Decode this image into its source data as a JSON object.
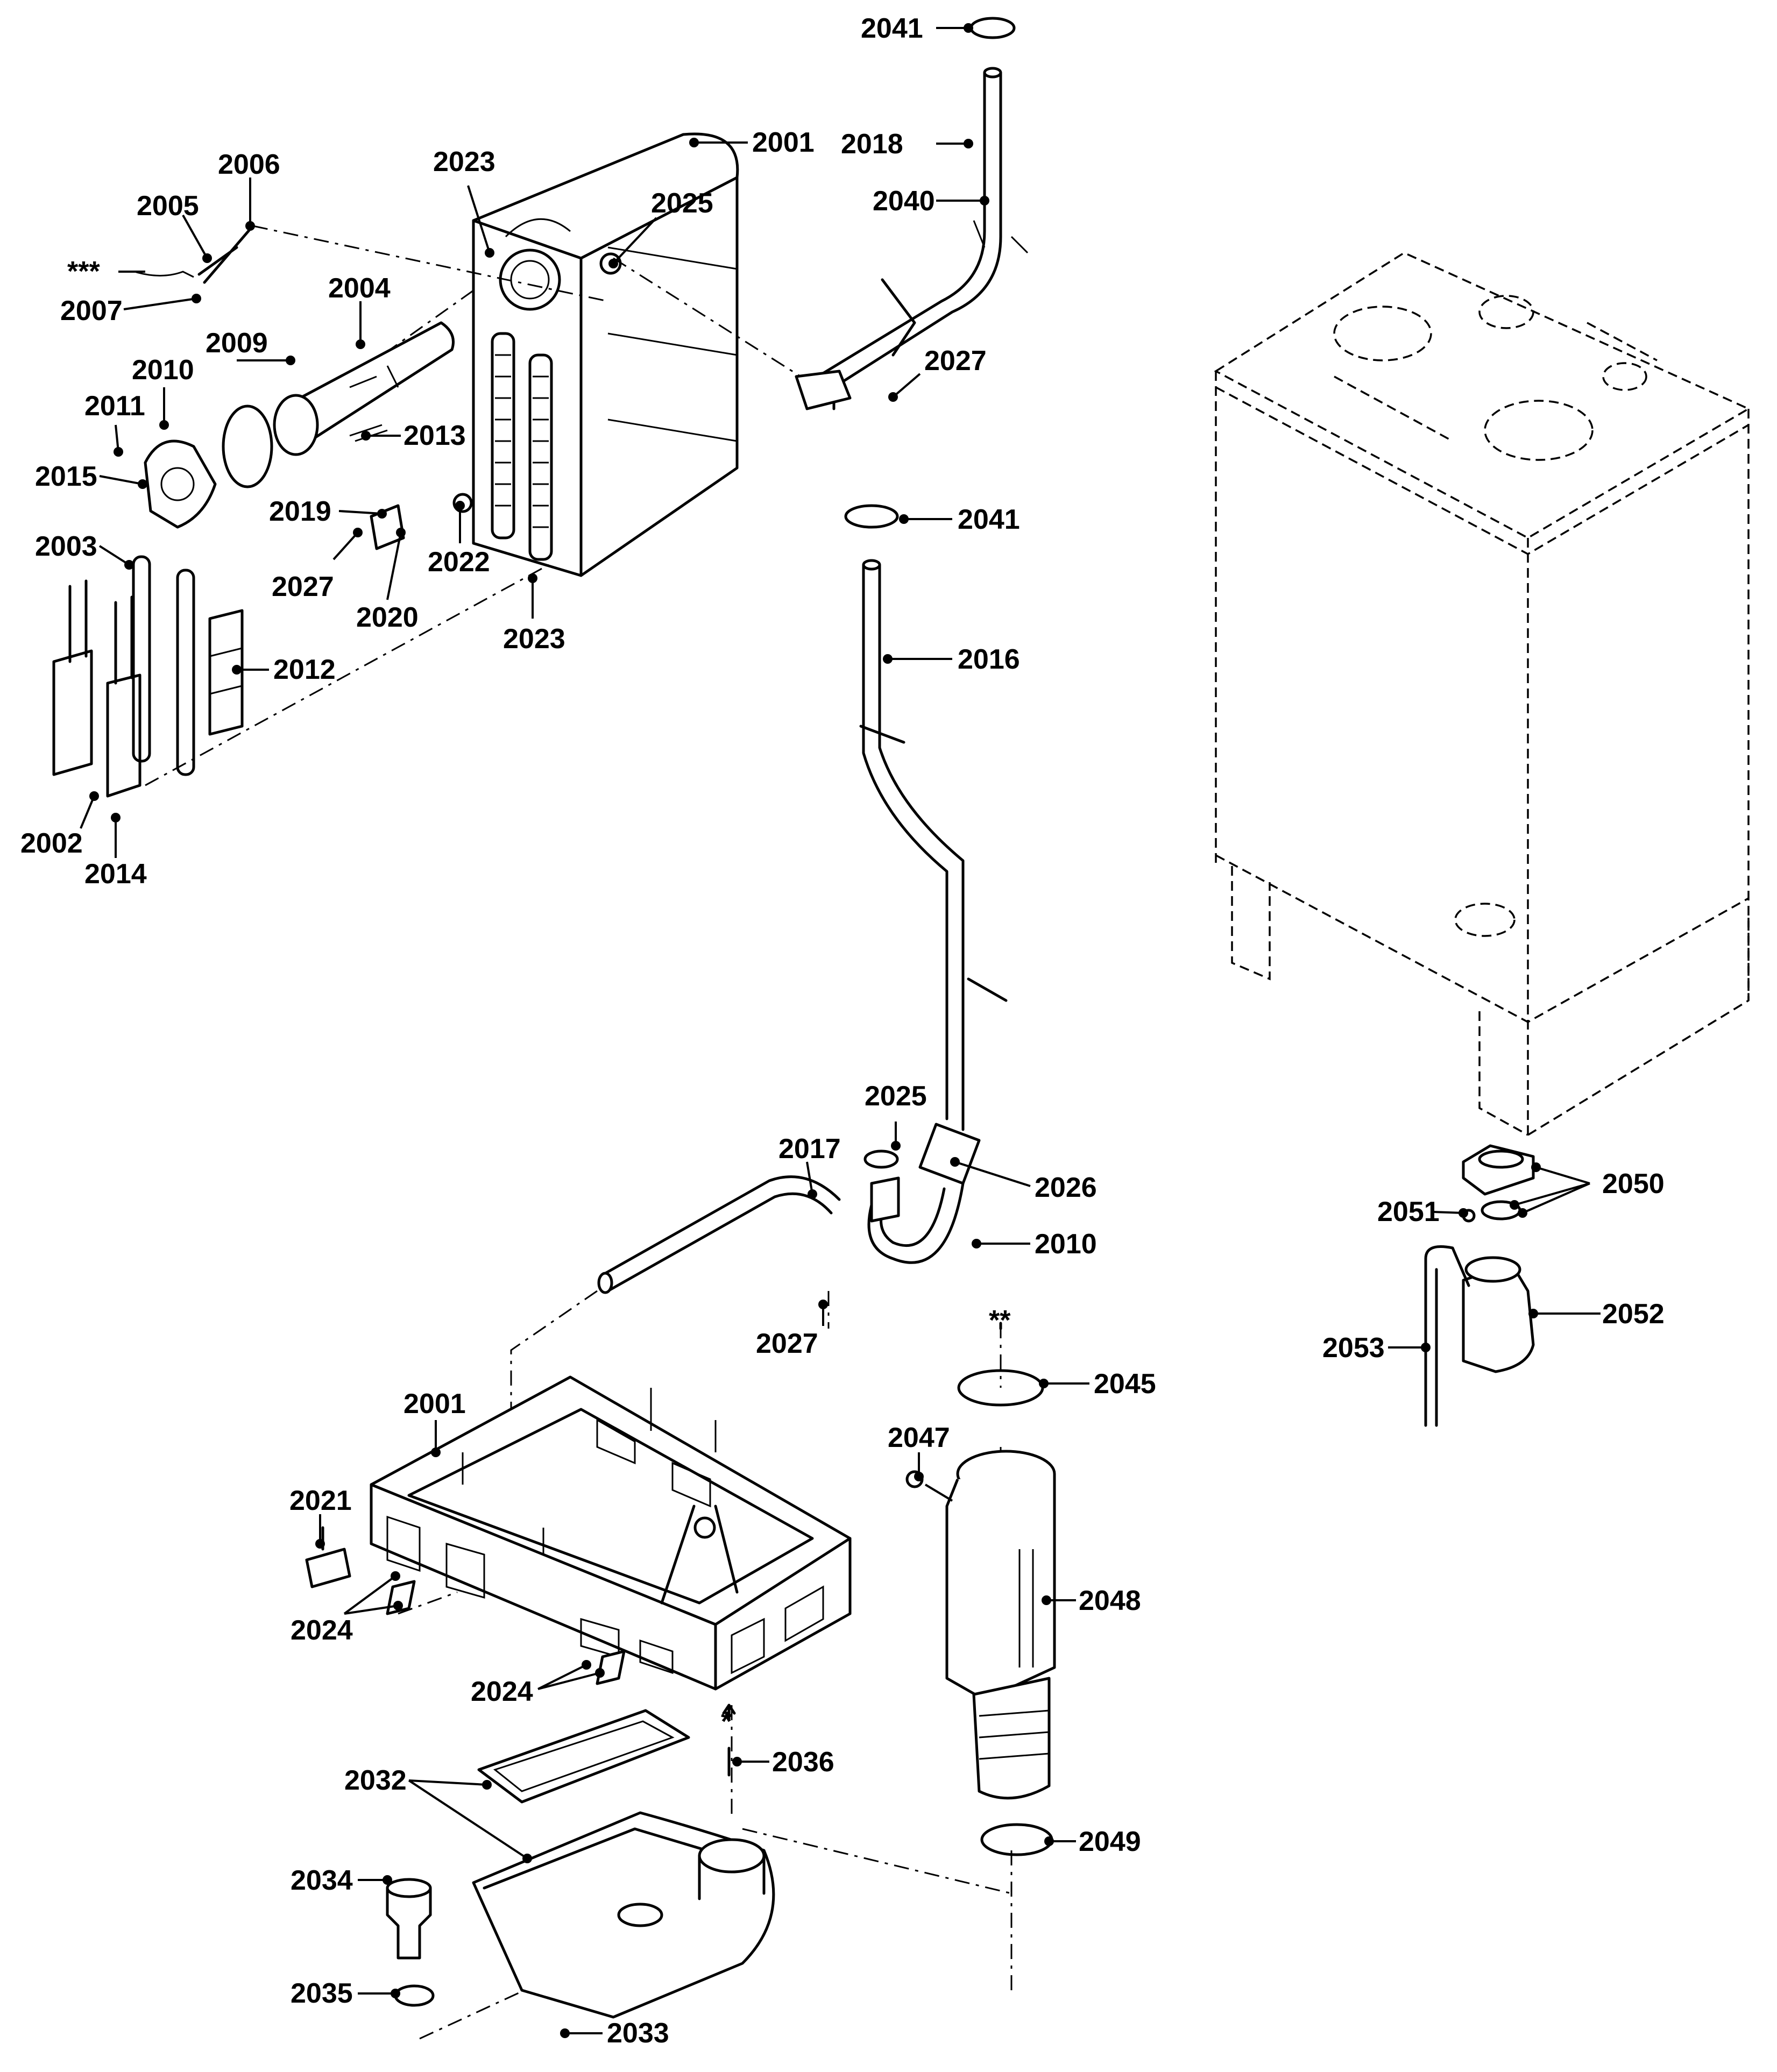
{
  "labels": {
    "2041_top": "2041",
    "2018": "2018",
    "2040": "2040",
    "2027_a": "2027",
    "2001_top": "2001",
    "2023_top": "2023",
    "2025_top": "2025",
    "2006": "2006",
    "2005": "2005",
    "2007": "2007",
    "2007_ref": "***",
    "2004": "2004",
    "2009": "2009",
    "2010_a": "2010",
    "2011": "2011",
    "2015": "2015",
    "2013": "2013",
    "2019": "2019",
    "2022": "2022",
    "2027_b": "2027",
    "2020": "2020",
    "2023_b": "2023",
    "2003": "2003",
    "2012": "2012",
    "2002": "2002",
    "2014": "2014",
    "2041_mid": "2041",
    "2016": "2016",
    "2025_b": "2025",
    "2017": "2017",
    "2026": "2026",
    "2010_b": "2010",
    "2027_c": "2027",
    "2001_bot": "2001",
    "2021": "2021",
    "2024_a": "2024",
    "2024_b": "2024",
    "2045": "2045",
    "2045_ref": "**",
    "2047": "2047",
    "2048": "2048",
    "2049": "2049",
    "2036": "2036",
    "2036_ref": "*",
    "2032": "2032",
    "2034": "2034",
    "2035": "2035",
    "2033": "2033",
    "2050": "2050",
    "2051": "2051",
    "2052": "2052",
    "2053": "2053"
  }
}
